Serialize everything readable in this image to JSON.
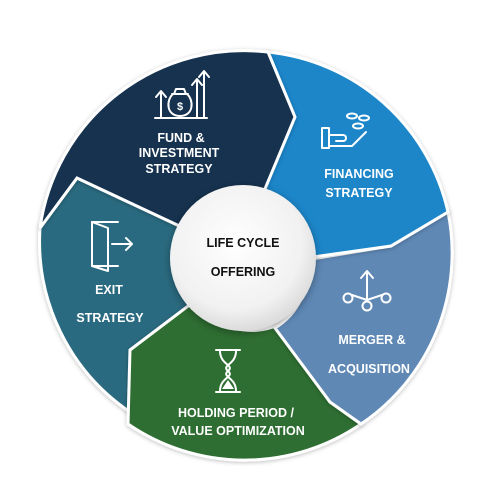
{
  "center": {
    "line1": "LIFE CYCLE",
    "line2": "OFFERING"
  },
  "segments": [
    {
      "lines": [
        "FUND &",
        "INVESTMENT",
        "STRATEGY"
      ],
      "color": "#13304f",
      "icon": "money-bag-growth-icon"
    },
    {
      "lines": [
        "FINANCING",
        "STRATEGY"
      ],
      "color": "#1e86c9",
      "icon": "hand-coins-icon"
    },
    {
      "lines": [
        "MERGER &",
        "ACQUISITION"
      ],
      "color": "#5e88b5",
      "icon": "merge-branch-icon"
    },
    {
      "lines": [
        "HOLDING PERIOD /",
        "VALUE OPTIMIZATION"
      ],
      "color": "#2e6e32",
      "icon": "hourglass-icon"
    },
    {
      "lines": [
        "EXIT",
        "STRATEGY"
      ],
      "color": "#2a6b80",
      "icon": "exit-door-icon"
    }
  ]
}
